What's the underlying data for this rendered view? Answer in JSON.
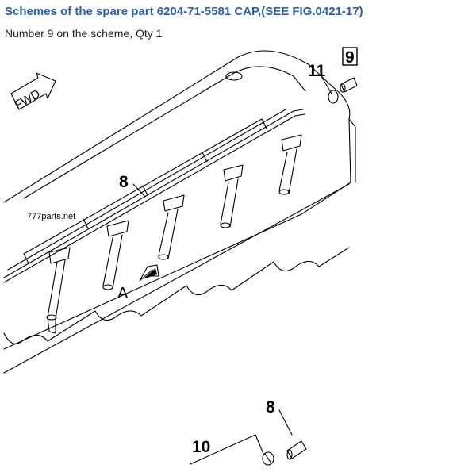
{
  "header": {
    "title": "Schemes of the spare part 6204-71-5581 CAP,(SEE FIG.0421-17)",
    "subtitle": "Number 9 on the scheme, Qty 1"
  },
  "diagram": {
    "callouts": {
      "c11": "11",
      "c9": "9",
      "c8_top": "8",
      "c8_bottom": "8",
      "c10": "10"
    },
    "view_letter": "A",
    "fwd_label": "FWD",
    "watermark": "777parts.net"
  },
  "colors": {
    "title": "#2d5fa8",
    "line": "#000000"
  }
}
